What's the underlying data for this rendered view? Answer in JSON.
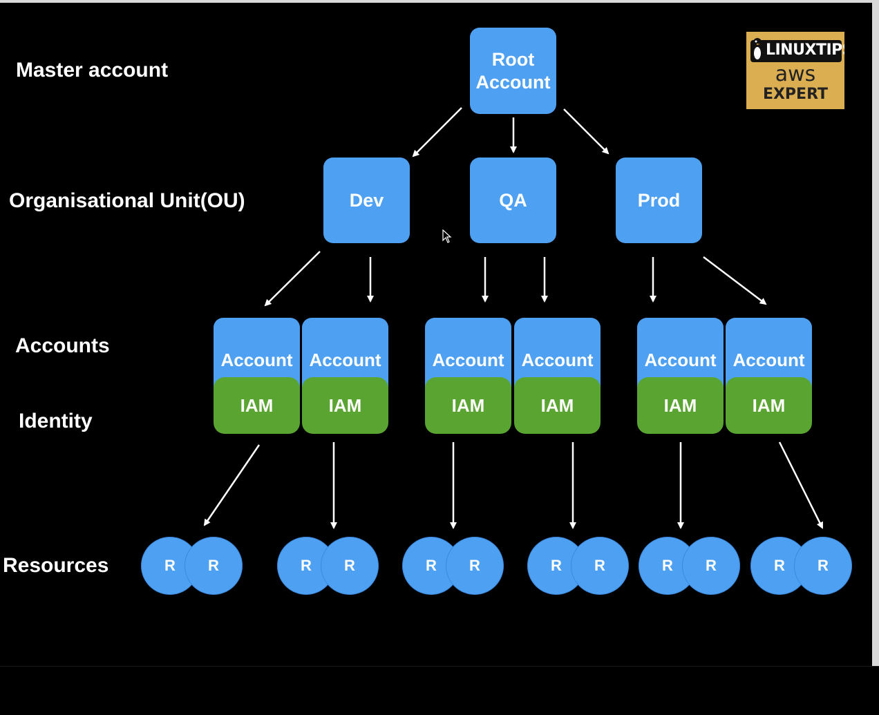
{
  "rows": {
    "master": "Master account",
    "ou": "Organisational Unit(OU)",
    "accounts": "Accounts",
    "identity": "Identity",
    "resources": "Resources"
  },
  "root": {
    "line1": "Root",
    "line2": "Account"
  },
  "ous": [
    "Dev",
    "QA",
    "Prod"
  ],
  "account_label": "Account",
  "iam_label": "IAM",
  "resource_label": "R",
  "logo": {
    "brand": "LINUXTIPS",
    "aws": "aws",
    "expert": "EXPERT"
  },
  "colors": {
    "box": "#4ea0f2",
    "iam": "#5aa532",
    "background": "#000000",
    "text": "#ffffff",
    "logo": "#dcae52"
  }
}
